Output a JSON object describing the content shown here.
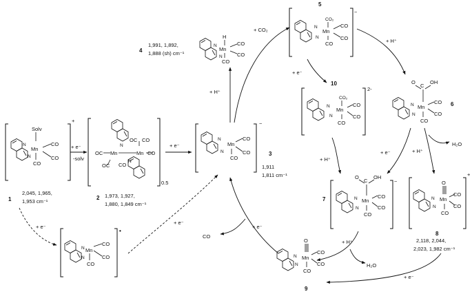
{
  "labels": {
    "c1_num": "1",
    "c1_ir": [
      "2,045, 1,965,",
      "1,953 cm⁻¹"
    ],
    "c2_num": "2",
    "c2_ir": [
      "1,973, 1,927,",
      "1,880, 1,849 cm⁻¹"
    ],
    "c2_stoich": "0.5",
    "c3_num": "3",
    "c3_ir": [
      "1,911",
      "1,811 cm⁻¹"
    ],
    "c4_num": "4",
    "c4_ir": [
      "1,991, 1,892,",
      "1,888 (sh) cm⁻¹"
    ],
    "c5_num": "5",
    "c6_num": "6",
    "c7_num": "7",
    "c8_num": "8",
    "c8_ir": [
      "2,118, 2,044,",
      "2,023, 1,982 cm⁻¹"
    ],
    "c9_num": "9",
    "c10_num": "10"
  },
  "atoms": {
    "mn": "Mn",
    "n": "N",
    "co": "CO",
    "oc": "OC",
    "solv": "Solv",
    "h": "H",
    "co2": "CO₂",
    "oh": "OH",
    "o": "O",
    "c": "C"
  },
  "charges": {
    "plus": "+",
    "minus": "−",
    "two_minus": "2-",
    "radical": "•"
  },
  "arrows": {
    "e": "+ e⁻",
    "solv": "-solv",
    "h": "+ H⁺",
    "co2_add": "+ CO₂",
    "h2o": "H₂O",
    "co": "CO"
  }
}
